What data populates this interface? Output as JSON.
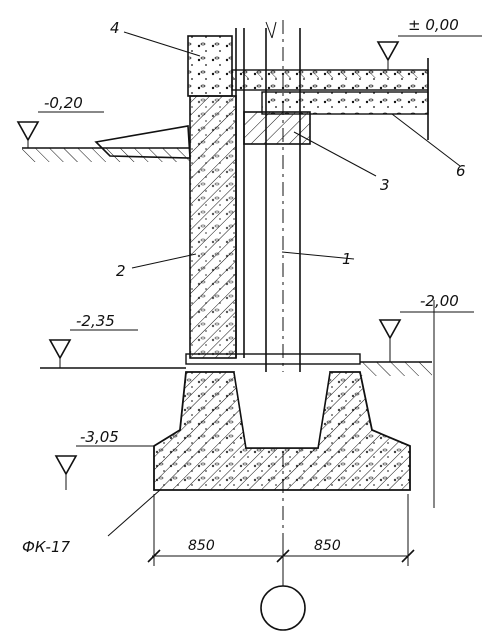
{
  "diagram": {
    "callouts": [
      "4",
      "1",
      "2",
      "3",
      "6"
    ],
    "elevations": [
      "± 0,00",
      "-0,20",
      "-2,00",
      "-2,35",
      "-3,05"
    ],
    "footing_mark": "ФК-17",
    "dimensions": [
      "850",
      "850"
    ]
  }
}
